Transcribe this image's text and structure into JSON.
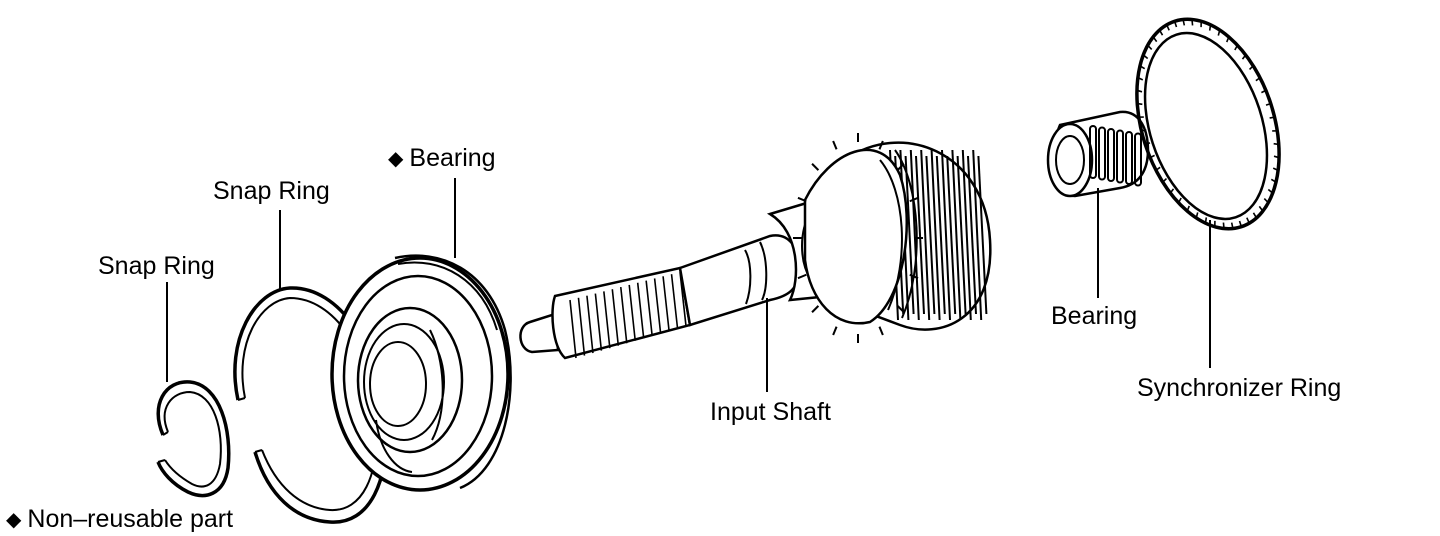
{
  "labels": {
    "snap_ring_outer": "Snap Ring",
    "snap_ring_inner": "Snap Ring",
    "bearing_front": "Bearing",
    "input_shaft": "Input Shaft",
    "bearing_needle": "Bearing",
    "synchronizer_ring": "Synchronizer Ring",
    "legend_text": "Non–reusable part"
  },
  "legend_symbol": "◆",
  "colors": {
    "ink": "#000000",
    "paper": "#ffffff"
  }
}
